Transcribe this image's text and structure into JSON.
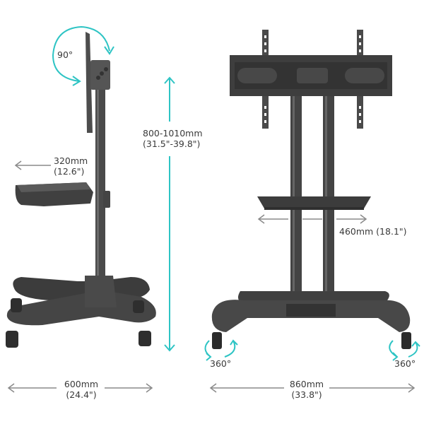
{
  "colors": {
    "accent": "#2ec4c4",
    "dimension_line": "#8a8a8a",
    "metal_dark": "#3c3c3c",
    "metal_mid": "#555555",
    "text": "#3a3a3a",
    "background": "#ffffff"
  },
  "side_view": {
    "rotation_label": "90°",
    "shelf_depth": {
      "mm": "320mm",
      "inch": "(12.6\")"
    },
    "height_range": {
      "mm": "800-1010mm",
      "inch": "(31.5\"-39.8\")"
    },
    "base_depth": {
      "mm": "600mm",
      "inch": "(24.4\")"
    }
  },
  "front_view": {
    "shelf_width": "460mm (18.1\")",
    "caster_left_rotation": "360°",
    "caster_right_rotation": "360°",
    "base_width": {
      "mm": "860mm",
      "inch": "(33.8\")"
    }
  },
  "icons": [
    "rotation-arrow-icon",
    "height-arrow-icon",
    "width-arrow-icon",
    "swivel-arrow-icon"
  ]
}
